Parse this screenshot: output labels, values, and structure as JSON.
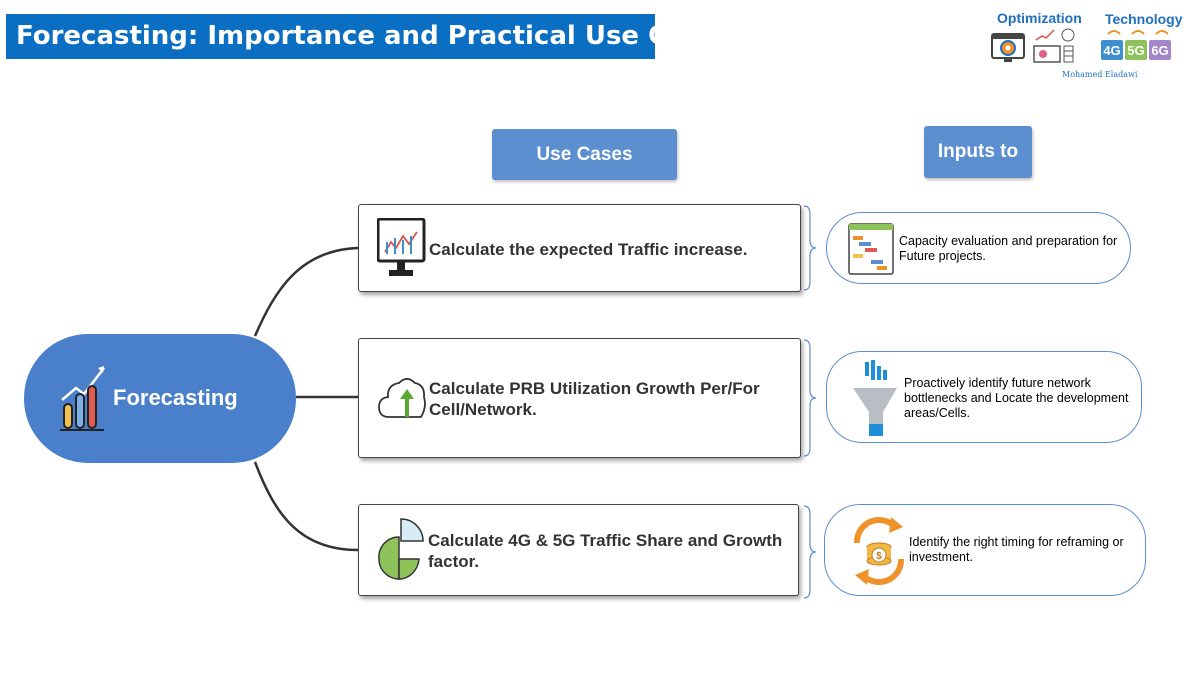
{
  "header": {
    "title": "Forecasting: Importance and Practical Use Cases"
  },
  "branding": {
    "optimization_label": "Optimization",
    "technology_label": "Technology",
    "author": "Mohamed Eladawi",
    "gen_badges": [
      "4G",
      "5G",
      "6G"
    ]
  },
  "columns": {
    "use_cases_label": "Use Cases",
    "inputs_label": "Inputs to"
  },
  "center": {
    "label": "Forecasting"
  },
  "use_cases": [
    {
      "text": "Calculate the expected Traffic increase.",
      "icon": "monitor-chart-icon"
    },
    {
      "text": "Calculate PRB Utilization Growth Per/For Cell/Network.",
      "icon": "cloud-upload-icon"
    },
    {
      "text": "Calculate 4G & 5G Traffic Share and Growth factor.",
      "icon": "pie-chart-icon"
    }
  ],
  "inputs": [
    {
      "text": "Capacity evaluation and preparation for Future projects.",
      "icon": "gantt-chart-icon"
    },
    {
      "text": "Proactively identify future network bottlenecks and Locate the development areas/Cells.",
      "icon": "funnel-icon"
    },
    {
      "text": "Identify the right timing for reframing or investment.",
      "icon": "coin-cycle-icon"
    }
  ],
  "colors": {
    "title_bar": "#0a6fc2",
    "header_box": "#5b8fcf",
    "center_node": "#4a7fcb",
    "input_border": "#5b8fcf",
    "accent_orange": "#f0922b",
    "accent_green": "#8dc35a"
  }
}
